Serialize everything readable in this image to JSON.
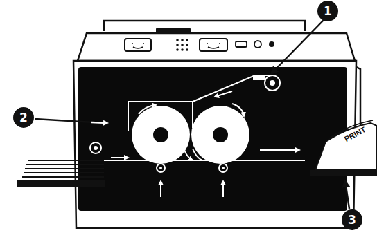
{
  "diagram": {
    "labels": [
      "1",
      "2",
      "3",
      "PRINT"
    ]
  }
}
